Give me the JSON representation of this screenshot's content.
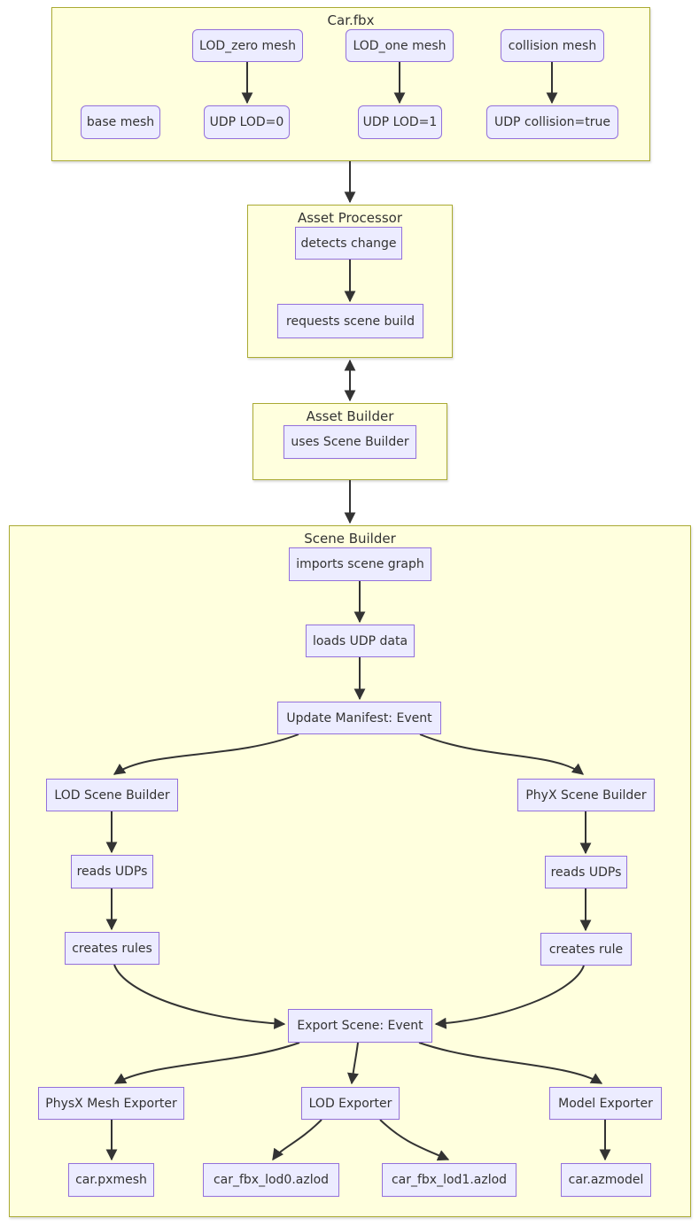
{
  "diagram": {
    "clusters": {
      "car_fbx": {
        "title": "Car.fbx"
      },
      "asset_processor": {
        "title": "Asset Processor"
      },
      "asset_builder": {
        "title": "Asset Builder"
      },
      "scene_builder": {
        "title": "Scene Builder"
      }
    },
    "nodes": {
      "lod_zero_mesh": "LOD_zero mesh",
      "lod_one_mesh": "LOD_one mesh",
      "collision_mesh": "collision mesh",
      "base_mesh": "base mesh",
      "udp_lod0": "UDP LOD=0",
      "udp_lod1": "UDP LOD=1",
      "udp_collision": "UDP collision=true",
      "detects_change": "detects change",
      "requests_scene_build": "requests scene build",
      "uses_scene_builder": "uses Scene Builder",
      "imports_scene_graph": "imports scene graph",
      "loads_udp_data": "loads UDP data",
      "update_manifest": "Update Manifest: Event",
      "lod_scene_builder": "LOD Scene Builder",
      "reads_udps_lod": "reads UDPs",
      "creates_rules": "creates rules",
      "phyx_scene_builder": "PhyX Scene Builder",
      "reads_udps_phyx": "reads UDPs",
      "creates_rule": "creates rule",
      "export_scene": "Export Scene: Event",
      "physx_mesh_exporter": "PhysX Mesh Exporter",
      "lod_exporter": "LOD Exporter",
      "model_exporter": "Model Exporter",
      "car_pxmesh": "car.pxmesh",
      "car_fbx_lod0": "car_fbx_lod0.azlod",
      "car_fbx_lod1": "car_fbx_lod1.azlod",
      "car_azmodel": "car.azmodel"
    },
    "colors": {
      "cluster_fill": "#ffffde",
      "cluster_border": "#aaaa33",
      "node_fill": "#ececff",
      "node_border": "#9370db",
      "edge": "#333333",
      "text": "#333333"
    }
  }
}
